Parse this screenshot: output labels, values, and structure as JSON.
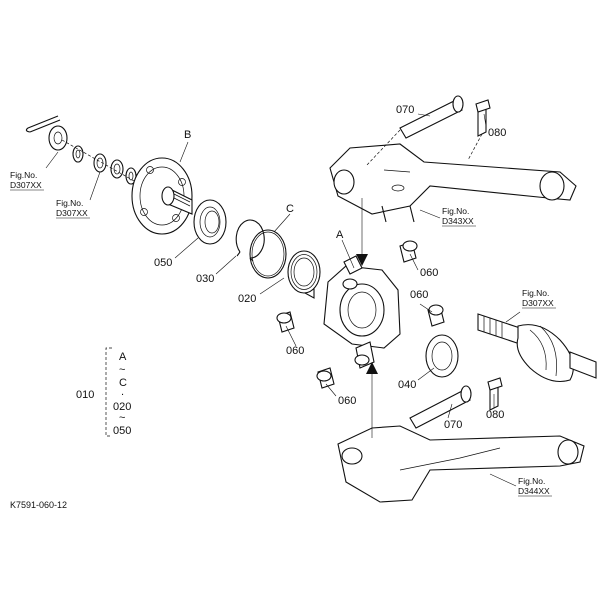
{
  "callouts": {
    "p070_top": "070",
    "p080_top": "080",
    "p070_bot": "070",
    "p080_bot": "080",
    "p060_a": "060",
    "p060_b": "060",
    "p060_c": "060",
    "p060_d": "060",
    "p050": "050",
    "p030": "030",
    "p020": "020",
    "p040": "040",
    "p010": "010",
    "ref_A": "A",
    "ref_B": "B",
    "ref_C": "C"
  },
  "figrefs": {
    "fig_left1": {
      "label": "Fig.No.",
      "code": "D307XX"
    },
    "fig_left2": {
      "label": "Fig.No.",
      "code": "D307XX"
    },
    "fig_mid": {
      "label": "Fig.No.",
      "code": "D343XX"
    },
    "fig_right": {
      "label": "Fig.No.",
      "code": "D307XX"
    },
    "fig_bottom": {
      "label": "Fig.No.",
      "code": "D344XX"
    }
  },
  "range_bracket": {
    "line1": "A",
    "tilde1": "~",
    "line2": "C",
    "dot": ".",
    "line3": "020",
    "tilde2": "~",
    "line4": "050"
  },
  "footer": {
    "code": "K7591-060-12"
  }
}
